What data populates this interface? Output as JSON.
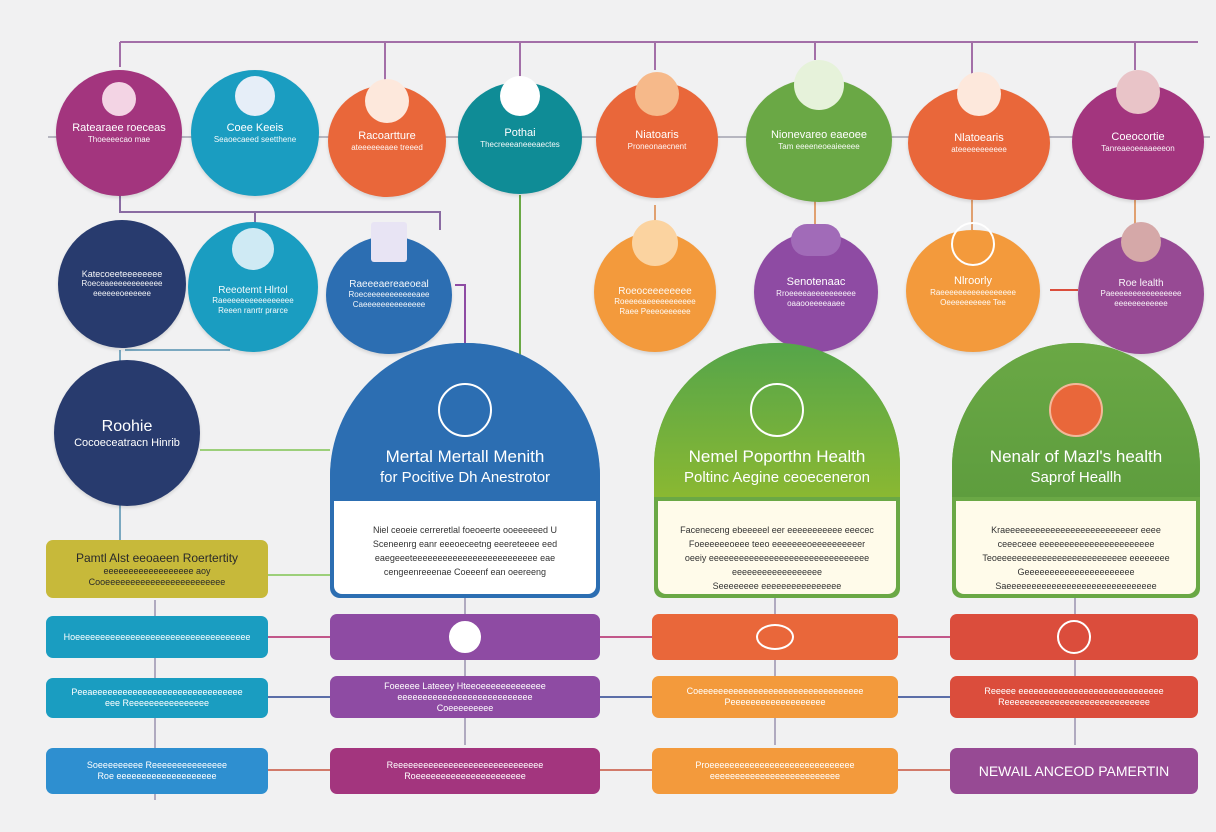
{
  "colors": {
    "magenta": "#a3357e",
    "teal": "#1a9dc1",
    "orange": "#e9673a",
    "tealdark": "#0f8c96",
    "navy": "#283b6e",
    "purple": "#8e4ba3",
    "green": "#6aa845",
    "amber": "#f39a3c",
    "blue": "#2c6eb2",
    "olive": "#c7b93a",
    "red": "#db4d3c",
    "plum": "#974a94"
  },
  "top_row": [
    {
      "title": "Ratearaee roeceas",
      "sub": "Thoeeeecao mae",
      "icon": "flower-icon"
    },
    {
      "title": "Coee Keeis",
      "sub": "Seaoecaeed seetthene",
      "icon": "person-icon"
    },
    {
      "title": "Racoartture",
      "sub": "ateeeeeeaee treeed",
      "icon": "face-icon"
    },
    {
      "title": "Pothai",
      "sub": "Thecreeeaneeeaectes",
      "icon": "head-icon"
    },
    {
      "title": "Niatoaris",
      "sub": "Proneonaecnent",
      "icon": "face-icon"
    },
    {
      "title": "Nionevareo eaeoee",
      "sub": "Tam eeeeneoeaieeeee",
      "icon": "globe-icon"
    },
    {
      "title": "Nlatoearis",
      "sub": "ateeeeeeeeeee",
      "icon": "heart-icon"
    },
    {
      "title": "Coeocortie",
      "sub": "Tanreaeoeeaaeeeon",
      "icon": "face-icon"
    }
  ],
  "second_row": [
    {
      "title": "Katecoeeteeeeeeee",
      "sub": "Roeceaeeeeeeeeeeee",
      "sub2": "eeeeeeoeeeeee"
    },
    {
      "title": "Reeotemt Hlrtol",
      "sub": "Raeeeeeeeeeeeeeeee",
      "sub2": "Reeen ranrtr prarce"
    },
    {
      "title": "Raeeeaereaeoeal",
      "sub": "Roeceeeeeeeeeeeaee",
      "sub2": "Caeeeeeeeeeeeeee"
    },
    {
      "title": "Roeoceeeeeeee",
      "sub": "Roeeeeaeeeeeeeeeee",
      "sub2": "Raee Peeeoeeeeee"
    },
    {
      "title": "Senotenaac",
      "sub": "Rroeeeeaeeeeeeeeee",
      "sub2": "oaaooeeeeaaee"
    },
    {
      "title": "Nlroorly",
      "sub": "Raeeeeeeeeeeeeeeeee",
      "sub2": "Oeeeeeeeeee Tee"
    },
    {
      "title": "Roe lealth",
      "sub": "Paeeeeeeeeeeeeeeee",
      "sub2": "eeeeeeeeeeee"
    }
  ],
  "left_big": {
    "title": "Roohie",
    "sub": "Cocoeceatracn Hinrib"
  },
  "domes": [
    {
      "h1": "Mertal Mertall Menith",
      "h2": "for Pocitive Dh Anestrotor",
      "lines": [
        "Niel ceoeie cerreretlal foeoeerte ooeeeeeed U",
        "Sceneenrg eanr eeeoeceetng eeereteeee eed",
        "eaegeeeteeeeeeeeeeeeeeeeeeeeeeeee eae",
        "cengeenreeenae Coeeenf ean oeereeng"
      ]
    },
    {
      "h1": "Nemel Poporthn Health",
      "h2": "Poltinc Aegine ceoeceneron",
      "lines": [
        "Faceneceng ebeeeeel eer eeeeeeeeeee eeecec",
        "Foeeeeeeoeee teeo eeeeeeeoeeeeeeeeeer",
        "oeeiy eeeeeeeeeeeeeeeeeeeeeeeeeeeeeeee",
        "eeeeeeeeeeeeeeeeee",
        "Seeeeeeee eeeeeeeeeeeeeeee"
      ]
    },
    {
      "h1": "Nenalr of Mazl's health",
      "h2": "Saprof Heallh",
      "lines": [
        "Kraeeeeeeeeeeeeeeeeeeeeeeeeeer eeee",
        "ceeeceee eeeeeeeeeeeeeeeeeeeeeee",
        "Teoeeeeeeeeeeeeeeeeeeeeeeeeee eeeeeeee",
        "Geeeeeeeeeeeeeeeeeeeeee",
        "Saeeeeeeeeeeeeeeeeeeeeeeeeeeeeee"
      ]
    }
  ],
  "olive_box": {
    "title": "Pamtl Alst eeoaeen Roertertity",
    "line1": "eeeeeeeeeeeeeeeeee aoy",
    "line2": "Cooeeeeeeeeeeeeeeeeeeeeeeee"
  },
  "left_pills": [
    {
      "line1": "Hoeeeeeeeeeeeeeeeeeeeeeeeeeeeeeeeeeee"
    },
    {
      "line1": "Peeaeeeeeeeeeeeeeeeeeeeeeeeeeeeeee",
      "line2": "eee Reeeeeeeeeeeeeeee"
    },
    {
      "line1": "Soeeeeeeeee Reeeeeeeeeeeeeee",
      "line2": "Roe eeeeeeeeeeeeeeeeeeee"
    }
  ],
  "col_pills": [
    [
      {
        "line1": ""
      },
      {
        "line1": "Foeeeee Lateeey Hteeoeeeeeeeeeeeee",
        "line2": "eeeeeeeeeeeeeeeeeeeeeeeeeee",
        "line3": "Coeeeeeeeee"
      },
      {
        "line1": "Reeeeeeeeeeeeeeeeeeeeeeeeeeeeee",
        "line2": "Roeeeeeeeeeeeeeeeeeeeeee"
      }
    ],
    [
      {
        "line1": ""
      },
      {
        "line1": "Coeeeeeeeeeeeeeeeeeeeeeeeeeeeeeeeee",
        "line2": "Peeeeeeeeeeeeeeeeeee"
      },
      {
        "line1": "Proeeeeeeeeeeeeeeeeeeeeeeeeeeeee",
        "line2": "eeeeeeeeeeeeeeeeeeeeeeeeee"
      }
    ],
    [
      {
        "line1": ""
      },
      {
        "line1": "Reeeee eeeeeeeeeeeeeeeeeeeeeeeeeeeee",
        "line2": "Reeeeeeeeeeeeeeeeeeeeeeeeeeeee"
      },
      {
        "big": "NEWAIL ANCEOD PAMERTIN"
      }
    ]
  ]
}
